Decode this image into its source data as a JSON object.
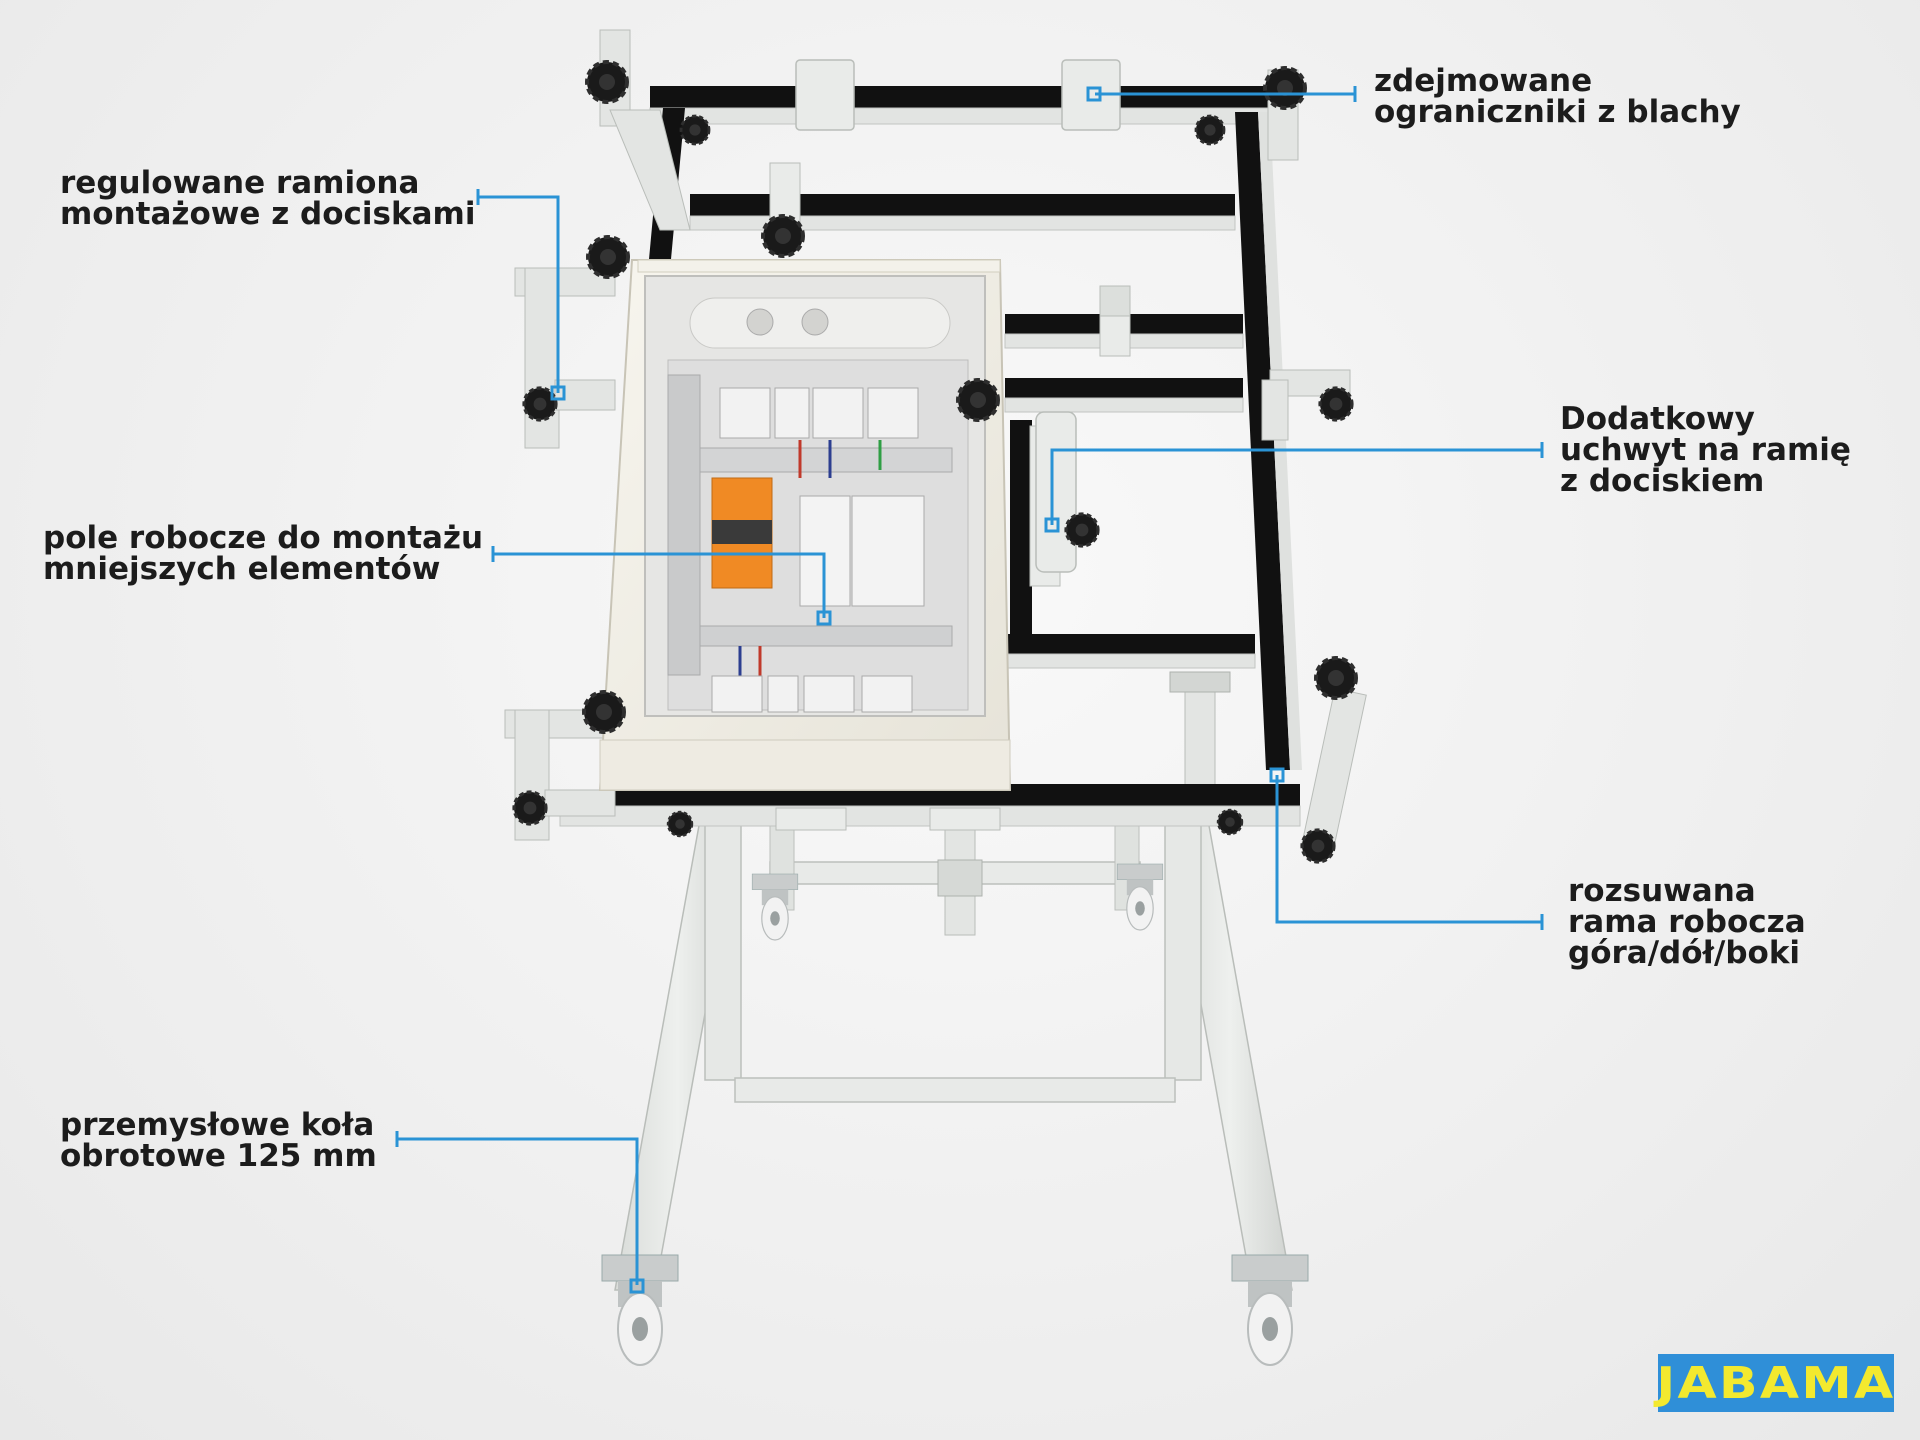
{
  "colors": {
    "callout": "#2a93d5",
    "text": "#1c1c1c",
    "frame_light": "#e4e6e4",
    "frame_dark": "#111111",
    "logo_bg": "#2f8fd8",
    "logo_text": "#f3e92f",
    "surge_orange": "#f08a24"
  },
  "callouts": {
    "limiters": {
      "line1": "zdejmowane",
      "line2": "ograniczniki z blachy"
    },
    "arms": {
      "line1": "regulowane ramiona",
      "line2": "montażowe z dociskami"
    },
    "extra_holder": {
      "line1": "Dodatkowy",
      "line2": "uchwyt na ramię",
      "line3": "z dociskiem"
    },
    "work_field": {
      "line1": "pole robocze do montażu",
      "line2": "mniejszych elementów"
    },
    "sliding_frame": {
      "line1": "rozsuwana",
      "line2": "rama robocza",
      "line3": "góra/dół/boki"
    },
    "wheels": {
      "line1": "przemysłowe koła",
      "line2": "obrotowe 125 mm"
    }
  },
  "logo": {
    "text": "JABAMA"
  },
  "icons": [
    "clamp-knob-icon",
    "caster-wheel-icon"
  ]
}
